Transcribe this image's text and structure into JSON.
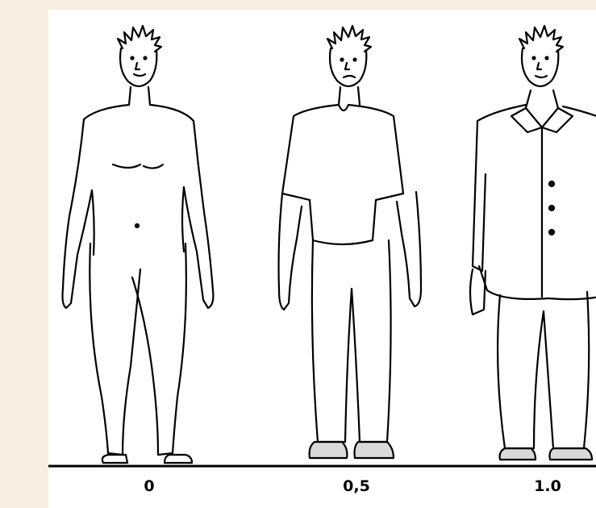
{
  "figures": [
    {
      "id": "unclothed",
      "label": "0"
    },
    {
      "id": "summer",
      "label": "0,5"
    },
    {
      "id": "suit",
      "label": "1.0"
    }
  ]
}
